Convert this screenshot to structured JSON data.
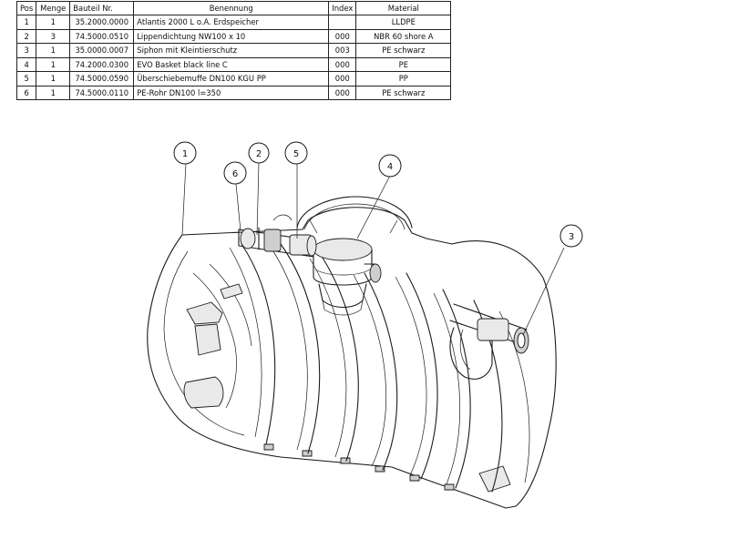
{
  "table": {
    "headers": [
      "Pos",
      "Menge",
      "Bauteil Nr.",
      "Benennung",
      "Index",
      "Material"
    ],
    "rows": [
      [
        "1",
        "1",
        "35.2000.0000",
        "Atlantis 2000 L o.A. Erdspeicher",
        "",
        "LLDPE"
      ],
      [
        "2",
        "3",
        "74.5000.0510",
        "Lippendichtung NW100 x 10",
        "000",
        "NBR 60 shore A"
      ],
      [
        "3",
        "1",
        "35.0000.0007",
        "Siphon mit Kleintierschutz",
        "003",
        "PE schwarz"
      ],
      [
        "4",
        "1",
        "74.2000.0300",
        "EVO Basket black line C",
        "000",
        "PE"
      ],
      [
        "5",
        "1",
        "74.5000.0590",
        "Überschiebemuffe DN100 KGU PP",
        "000",
        "PP"
      ],
      [
        "6",
        "1",
        "74.5000.0110",
        "PE-Rohr DN100 l=350",
        "000",
        "PE schwarz"
      ]
    ]
  },
  "balloons": [
    "1",
    "2",
    "5",
    "4",
    "6",
    "3"
  ]
}
